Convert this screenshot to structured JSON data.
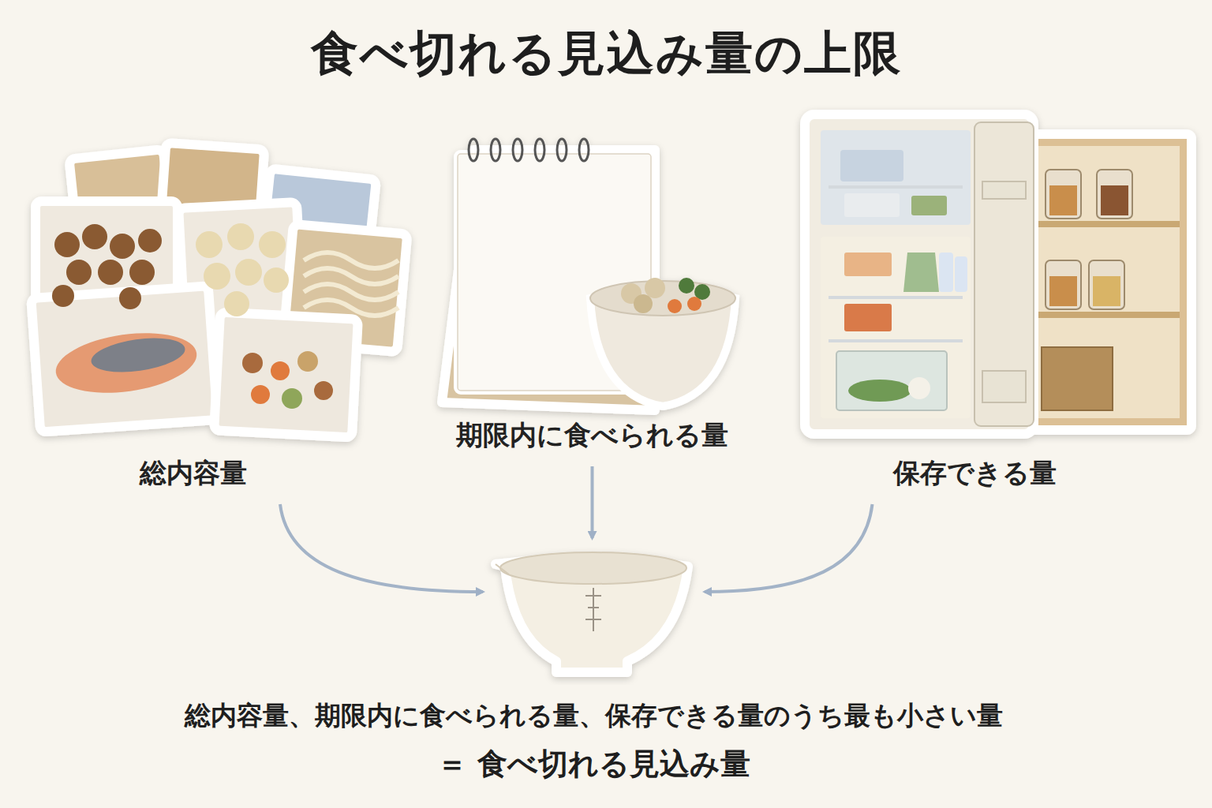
{
  "diagram": {
    "title": "食べ切れる見込み量の上限",
    "nodes": [
      {
        "text": [
          "総内容量"
        ]
      },
      {
        "text": [
          "期限内に食べられる量"
        ]
      },
      {
        "text": [
          "保存できる量"
        ]
      },
      {
        "text": [
          "総内容量、期限内に食べられる量、保存できる量のうち最も小さい量",
          "＝ 食べ切れる見込み量"
        ]
      }
    ],
    "edges": [
      {
        "from": 0,
        "to": 3,
        "arrow": "to"
      },
      {
        "from": 1,
        "to": 3,
        "arrow": "to"
      },
      {
        "from": 2,
        "to": 3,
        "arrow": "to"
      }
    ]
  }
}
